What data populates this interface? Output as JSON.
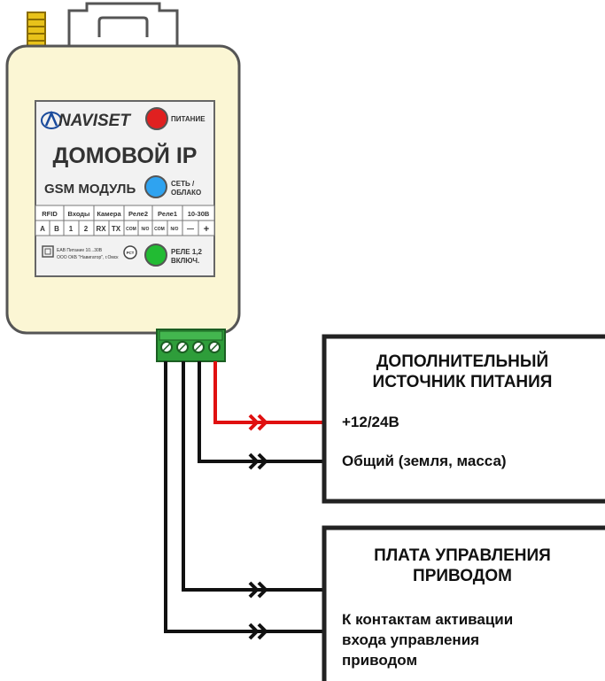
{
  "device": {
    "brand": "NAVISET",
    "title": "ДОМОВОЙ IP",
    "subtitle": "GSM МОДУЛЬ",
    "indicators": [
      {
        "label": "ПИТАНИЕ",
        "color": "#e02020"
      },
      {
        "label_line1": "СЕТЬ /",
        "label_line2": "ОБЛАКО",
        "color": "#2fa3f0"
      },
      {
        "label_line1": "РЕЛЕ 1,2",
        "label_line2": "ВКЛЮЧ.",
        "color": "#22bb33"
      }
    ],
    "terminal_groups": [
      "RFID",
      "Входы",
      "Камера",
      "Реле2",
      "Реле1",
      "10-30В"
    ],
    "terminals": [
      "A",
      "B",
      "1",
      "2",
      "RX",
      "TX",
      "COM",
      "N/O",
      "COM",
      "N/O",
      "—",
      "+"
    ],
    "footer_line1": "ЕАВ   Питание 10...30В",
    "footer_line2": "ООО ОКБ \"Навигатор\", г.Омск",
    "cert_mark": "РСТ"
  },
  "power_box": {
    "title_line1": "ДОПОЛНИТЕЛЬНЫЙ",
    "title_line2": "ИСТОЧНИК ПИТАНИЯ",
    "positive_label": "+12/24В",
    "ground_label": "Общий (земля, масса)"
  },
  "drive_box": {
    "title_line1": "ПЛАТА УПРАВЛЕНИЯ",
    "title_line2": "ПРИВОДОМ",
    "text_line1": "К контактам активации",
    "text_line2": "входа управления",
    "text_line3": "приводом"
  },
  "colors": {
    "housing": "#fbf6d4",
    "connector": "#2e9d3a",
    "wire_positive": "#e01010",
    "wire_other": "#111111",
    "antenna": "#e8c21a"
  }
}
